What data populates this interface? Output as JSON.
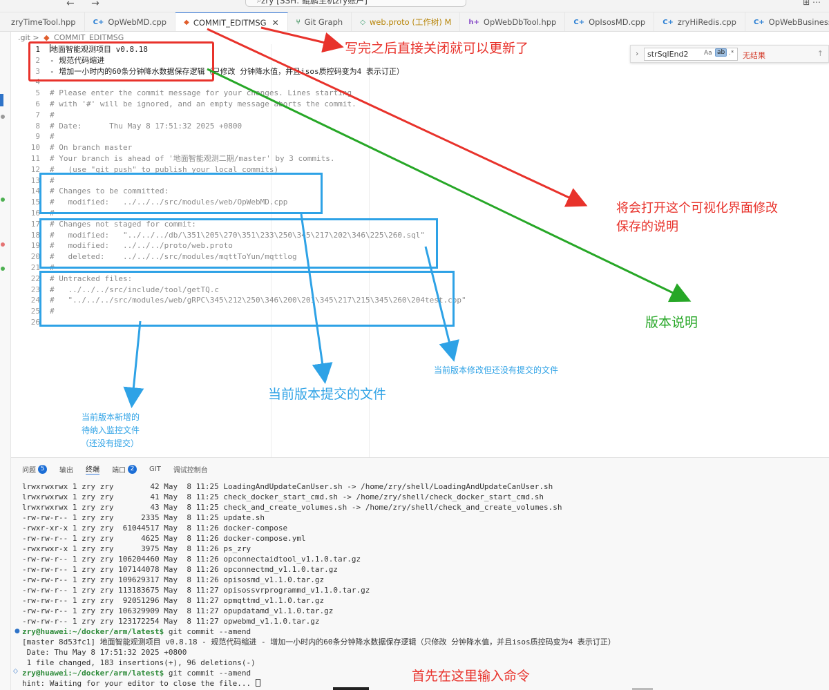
{
  "titlebar": {
    "nav_arrows": "← →",
    "command_center": "zry [SSH: 鲲鹏主机zry账户]",
    "right_icons": "⊞ ⋯"
  },
  "tabs": [
    {
      "icon": "cpp",
      "label": "zryTimeTool.hpp",
      "active": false
    },
    {
      "icon": "cpp",
      "label": "OpWebMD.cpp",
      "active": false
    },
    {
      "icon": "git",
      "label": "COMMIT_EDITMSG",
      "active": true
    },
    {
      "icon": "graph",
      "label": "Git Graph",
      "active": false
    },
    {
      "icon": "proto",
      "label": "web.proto (工作树) M",
      "active": false
    },
    {
      "icon": "h",
      "label": "OpWebDbTool.hpp",
      "active": false
    },
    {
      "icon": "cpp",
      "label": "OpIsosMD.cpp",
      "active": false
    },
    {
      "icon": "cpp",
      "label": "zryHiRedis.cpp",
      "active": false
    },
    {
      "icon": "cpp",
      "label": "OpWebBusinessTool.cpp",
      "active": false
    }
  ],
  "breadcrumb": {
    "root": ".git",
    "sep": ">",
    "file": "COMMIT_EDITMSG"
  },
  "find": {
    "value": "strSqlEnd2",
    "match_case": "Aa",
    "whole_word": "ab",
    "regex": ".*",
    "result": "无结果"
  },
  "editor": {
    "lines": [
      {
        "n": "1",
        "text": "地面智能观测项目 v0.8.18"
      },
      {
        "n": "2",
        "text": "- 规范代码缩进"
      },
      {
        "n": "3",
        "text": "- 增加一小时内的60条分钟降水数据保存逻辑（只修改 分钟降水值，并且isos质控码变为4 表示订正）"
      },
      {
        "n": "4",
        "text": ""
      },
      {
        "n": "5",
        "text": "# Please enter the commit message for your changes. Lines starting"
      },
      {
        "n": "6",
        "text": "# with '#' will be ignored, and an empty message aborts the commit."
      },
      {
        "n": "7",
        "text": "#"
      },
      {
        "n": "8",
        "text": "# Date:      Thu May 8 17:51:32 2025 +0800"
      },
      {
        "n": "9",
        "text": "#"
      },
      {
        "n": "10",
        "text": "# On branch master"
      },
      {
        "n": "11",
        "text": "# Your branch is ahead of '地面智能观测二期/master' by 3 commits."
      },
      {
        "n": "12",
        "text": "#   (use \"git push\" to publish your local commits)"
      },
      {
        "n": "13",
        "text": "#"
      },
      {
        "n": "14",
        "text": "# Changes to be committed:"
      },
      {
        "n": "15",
        "text": "#   modified:   ../../../src/modules/web/OpWebMD.cpp"
      },
      {
        "n": "16",
        "text": "#"
      },
      {
        "n": "17",
        "text": "# Changes not staged for commit:"
      },
      {
        "n": "18",
        "text": "#   modified:   \"../../../db/\\351\\205\\270\\351\\233\\250\\345\\217\\202\\346\\225\\260.sql\""
      },
      {
        "n": "19",
        "text": "#   modified:   ../../../proto/web.proto"
      },
      {
        "n": "20",
        "text": "#   deleted:    ../../../src/modules/mqttToYun/mqttlog"
      },
      {
        "n": "21",
        "text": "#"
      },
      {
        "n": "22",
        "text": "# Untracked files:"
      },
      {
        "n": "23",
        "text": "#   ../../../src/include/tool/getTQ.c"
      },
      {
        "n": "24",
        "text": "#   \"../../../src/modules/web/gRPC\\345\\212\\250\\346\\200\\201\\345\\217\\215\\345\\260\\204test.cpp\""
      },
      {
        "n": "25",
        "text": "#"
      },
      {
        "n": "26",
        "text": ""
      }
    ]
  },
  "annotations": {
    "close_note": "写完之后直接关闭就可以更新了",
    "open_note_1": "将会打开这个可视化界面修改",
    "open_note_2": "保存的说明",
    "version_note": "版本说明",
    "committed_note": "当前版本提交的文件",
    "not_staged_note": "当前版本修改但还没有提交的文件",
    "untracked_note_1": "当前版本新增的",
    "untracked_note_2": "待纳入监控文件",
    "untracked_note_3": "（还没有提交）",
    "command_note": "首先在这里输入命令",
    "colors": {
      "red": "#e8322b",
      "green": "#27a727",
      "blue": "#2ea2e6"
    }
  },
  "panel": {
    "tabs": [
      {
        "label": "问题",
        "badge": "5",
        "active": false
      },
      {
        "label": "输出",
        "badge": "",
        "active": false
      },
      {
        "label": "终端",
        "badge": "",
        "active": true
      },
      {
        "label": "端口",
        "badge": "2",
        "active": false
      },
      {
        "label": "GIT",
        "badge": "",
        "active": false
      },
      {
        "label": "调试控制台",
        "badge": "",
        "active": false
      }
    ],
    "terminal_lines": [
      "lrwxrwxrwx 1 zry zry        42 May  8 11:25 LoadingAndUpdateCanUser.sh -> /home/zry/shell/LoadingAndUpdateCanUser.sh",
      "lrwxrwxrwx 1 zry zry        41 May  8 11:25 check_docker_start_cmd.sh -> /home/zry/shell/check_docker_start_cmd.sh",
      "lrwxrwxrwx 1 zry zry        43 May  8 11:25 check_and_create_volumes.sh -> /home/zry/shell/check_and_create_volumes.sh",
      "-rw-rw-r-- 1 zry zry      2335 May  8 11:25 update.sh",
      "-rwxr-xr-x 1 zry zry  61044517 May  8 11:26 docker-compose",
      "-rw-rw-r-- 1 zry zry      4625 May  8 11:26 docker-compose.yml",
      "-rwxrwxr-x 1 zry zry      3975 May  8 11:26 ps_zry",
      "-rw-rw-r-- 1 zry zry 106204460 May  8 11:26 opconnectaidtool_v1.1.0.tar.gz",
      "-rw-rw-r-- 1 zry zry 107144078 May  8 11:26 opconnectmd_v1.1.0.tar.gz",
      "-rw-rw-r-- 1 zry zry 109629317 May  8 11:26 opisosmd_v1.1.0.tar.gz",
      "-rw-rw-r-- 1 zry zry 113183675 May  8 11:27 opisossvrprogrammd_v1.1.0.tar.gz",
      "-rw-rw-r-- 1 zry zry  92051296 May  8 11:27 opmqttmd_v1.1.0.tar.gz",
      "-rw-rw-r-- 1 zry zry 106329909 May  8 11:27 opupdatamd_v1.1.0.tar.gz",
      "-rw-rw-r-- 1 zry zry 123172254 May  8 11:27 opwebmd_v1.1.0.tar.gz"
    ],
    "prompt1": "zry@huawei:~/docker/arm/latest$",
    "cmd1": " git commit --amend",
    "out1": "[master 8d53fc1] 地面智能观测项目 v0.8.18 - 规范代码缩进 - 增加一小时内的60条分钟降水数据保存逻辑（只修改 分钟降水值，并且isos质控码变为4 表示订正）",
    "out2": " Date: Thu May 8 17:51:32 2025 +0800",
    "out3": " 1 file changed, 183 insertions(+), 96 deletions(-)",
    "prompt2": "zry@huawei:~/docker/arm/latest$",
    "cmd2": " git commit --amend",
    "hint": "hint: Waiting for your editor to close the file... "
  }
}
